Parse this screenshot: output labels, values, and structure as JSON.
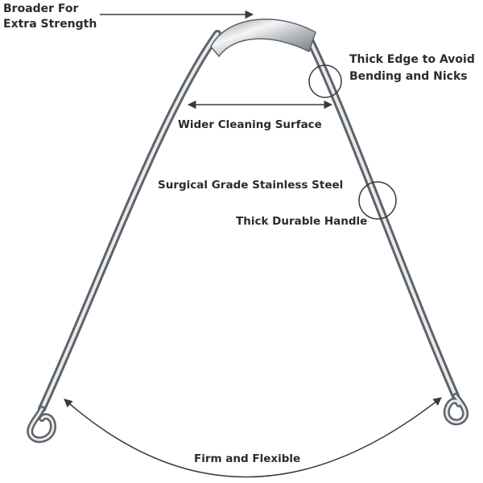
{
  "labels": {
    "broader_line1": "Broader For",
    "broader_line2": "Extra Strength",
    "thick_edge_line1": "Thick Edge to Avoid",
    "thick_edge_line2": "Bending and Nicks",
    "wider_surface": "Wider Cleaning Surface",
    "steel": "Surgical Grade Stainless Steel",
    "handle": "Thick Durable Handle",
    "firm_flexible": "Firm and Flexible"
  },
  "colors": {
    "background": "#ffffff",
    "text": "#2b2b2b",
    "annotation": "#3a3a3a",
    "metal_light": "#eef0f2",
    "metal_mid": "#a8adb3",
    "metal_dark": "#5d6369"
  },
  "icons": {
    "arrow": "arrow-icon",
    "highlight_circle": "circle-highlight-icon"
  }
}
